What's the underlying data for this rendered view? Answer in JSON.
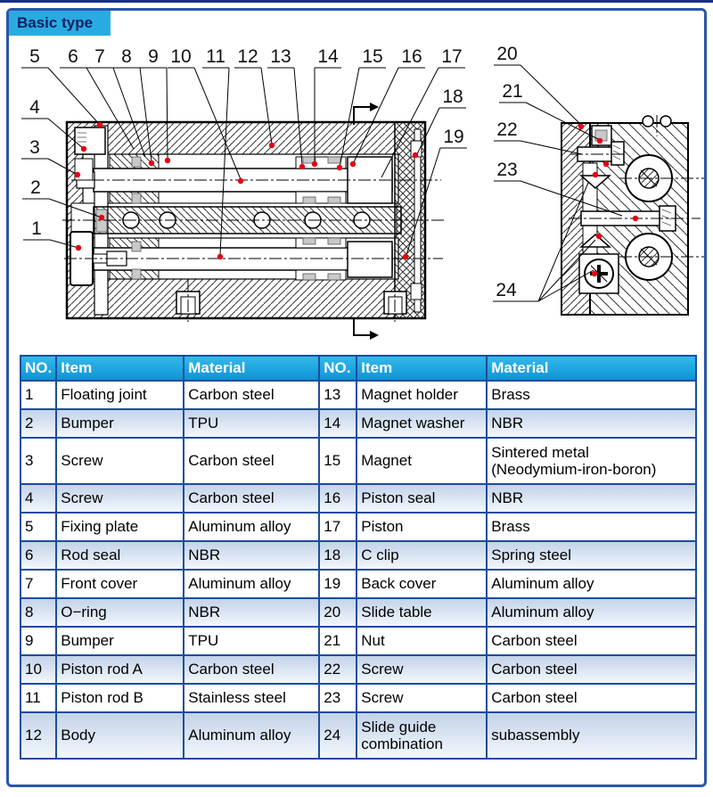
{
  "title": {
    "label": "Basic type"
  },
  "diagram": {
    "callouts": [
      "1",
      "2",
      "3",
      "4",
      "5",
      "6",
      "7",
      "8",
      "9",
      "10",
      "11",
      "12",
      "13",
      "14",
      "15",
      "16",
      "17",
      "18",
      "19",
      "20",
      "21",
      "22",
      "23",
      "24"
    ]
  },
  "table": {
    "headers": [
      "NO.",
      "Item",
      "Material",
      "NO.",
      "Item",
      "Material"
    ],
    "rows": [
      [
        "1",
        "Floating joint",
        "Carbon steel",
        "13",
        "Magnet holder",
        "Brass"
      ],
      [
        "2",
        "Bumper",
        "TPU",
        "14",
        "Magnet washer",
        "NBR"
      ],
      [
        "3",
        "Screw",
        "Carbon steel",
        "15",
        "Magnet",
        "Sintered metal\n(Neodymium-iron-boron)"
      ],
      [
        "4",
        "Screw",
        "Carbon steel",
        "16",
        "Piston seal",
        "NBR"
      ],
      [
        "5",
        "Fixing plate",
        "Aluminum alloy",
        "17",
        "Piston",
        "Brass"
      ],
      [
        "6",
        "Rod seal",
        "NBR",
        "18",
        "C clip",
        "Spring steel"
      ],
      [
        "7",
        "Front cover",
        "Aluminum alloy",
        "19",
        "Back cover",
        "Aluminum alloy"
      ],
      [
        "8",
        "O−ring",
        "NBR",
        "20",
        "Slide table",
        "Aluminum alloy"
      ],
      [
        "9",
        "Bumper",
        "TPU",
        "21",
        "Nut",
        "Carbon steel"
      ],
      [
        "10",
        "Piston rod A",
        "Carbon steel",
        "22",
        "Screw",
        "Carbon steel"
      ],
      [
        "11",
        "Piston rod B",
        "Stainless steel",
        "23",
        "Screw",
        "Carbon steel"
      ],
      [
        "12",
        "Body",
        "Aluminum alloy",
        "24",
        "Slide guide\ncombination",
        "subassembly"
      ]
    ]
  },
  "colors": {
    "accent_cyan": "#29abe2",
    "header_blue": "#0e94d4",
    "table_border": "#1e4c9e",
    "frame_blue": "#2b55a8",
    "callout_red": "#e60012"
  }
}
